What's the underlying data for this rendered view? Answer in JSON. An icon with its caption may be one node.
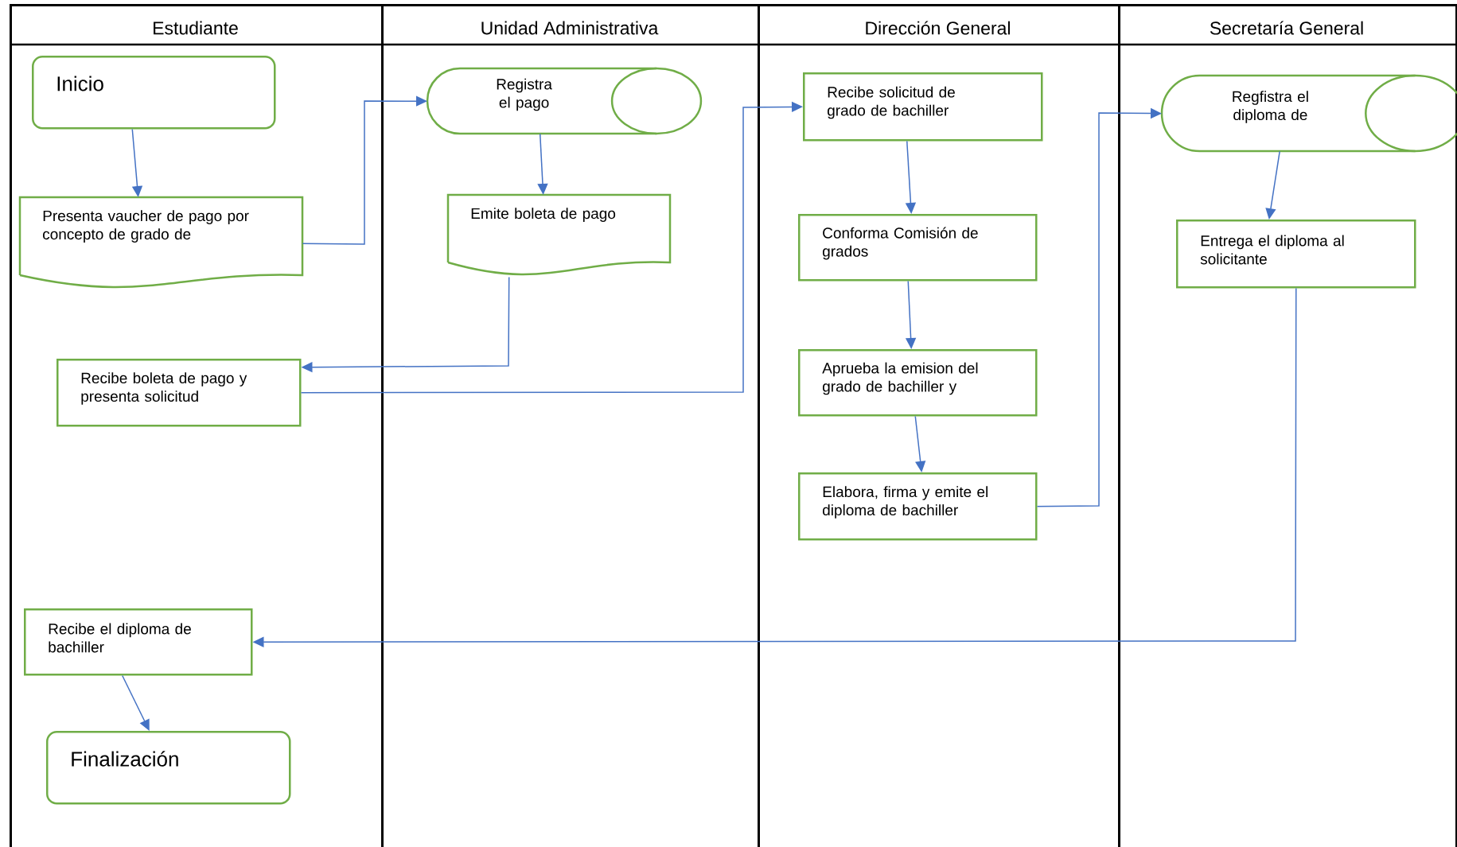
{
  "diagram": {
    "nodes": [
      {
        "text": [
          "Estudiante"
        ]
      },
      {
        "text": [
          "Unidad Administrativa"
        ]
      },
      {
        "text": [
          "Dirección General"
        ]
      },
      {
        "text": [
          "Secretaría General"
        ]
      },
      {
        "text": [
          "Inicio"
        ],
        "in": 0
      },
      {
        "text": [
          "Presenta vaucher de pago por concepto de grado de"
        ],
        "in": 0
      },
      {
        "text": [
          "Recibe boleta de pago y presenta solicitud"
        ],
        "in": 0
      },
      {
        "text": [
          "Recibe el diploma de bachiller"
        ],
        "in": 0
      },
      {
        "text": [
          "Finalización"
        ],
        "in": 0
      },
      {
        "text": [
          "Registra el pago"
        ],
        "in": 1
      },
      {
        "text": [
          "Emite boleta de pago"
        ],
        "in": 1
      },
      {
        "text": [
          "Recibe solicitud de grado de bachiller"
        ],
        "in": 2
      },
      {
        "text": [
          "Conforma Comisión de grados"
        ],
        "in": 2
      },
      {
        "text": [
          "Aprueba la emision del grado de bachiller y"
        ],
        "in": 2
      },
      {
        "text": [
          "Elabora, firma y emite el diploma de bachiller"
        ],
        "in": 2
      },
      {
        "text": [
          "Regfistra el diploma de"
        ],
        "in": 3
      },
      {
        "text": [
          "Entrega el diploma al solicitante"
        ],
        "in": 3
      }
    ],
    "edges": [
      {
        "from": 4,
        "to": 5,
        "arrow": "to"
      },
      {
        "from": 5,
        "to": 9,
        "arrow": "to"
      },
      {
        "from": 9,
        "to": 10,
        "arrow": "to"
      },
      {
        "from": 10,
        "to": 6,
        "arrow": "to"
      },
      {
        "from": 6,
        "to": 11,
        "arrow": "to"
      },
      {
        "from": 11,
        "to": 12,
        "arrow": "to"
      },
      {
        "from": 12,
        "to": 13,
        "arrow": "to"
      },
      {
        "from": 13,
        "to": 14,
        "arrow": "to"
      },
      {
        "from": 14,
        "to": 15,
        "arrow": "to"
      },
      {
        "from": 15,
        "to": 16,
        "arrow": "to"
      },
      {
        "from": 16,
        "to": 7,
        "arrow": "to"
      },
      {
        "from": 7,
        "to": 8,
        "arrow": "to"
      }
    ]
  }
}
